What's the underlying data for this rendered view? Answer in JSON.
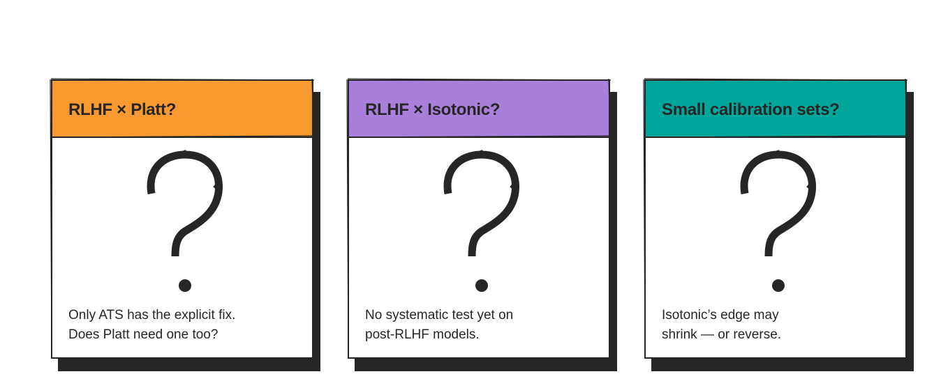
{
  "cards": [
    {
      "title": "RLHF × Platt?",
      "header_color": "#f89a2f",
      "caption_lines": [
        "Only ATS has the explicit fix.",
        "Does Platt need one too?"
      ],
      "icon": "question-mark-icon"
    },
    {
      "title": "RLHF × Isotonic?",
      "header_color": "#a87fdb",
      "caption_lines": [
        "No systematic test yet on",
        "post-RLHF models."
      ],
      "icon": "question-mark-icon"
    },
    {
      "title": "Small calibration sets?",
      "header_color": "#00a59b",
      "caption_lines": [
        "Isotonic’s edge may",
        "shrink — or reverse."
      ],
      "icon": "question-mark-icon"
    }
  ]
}
